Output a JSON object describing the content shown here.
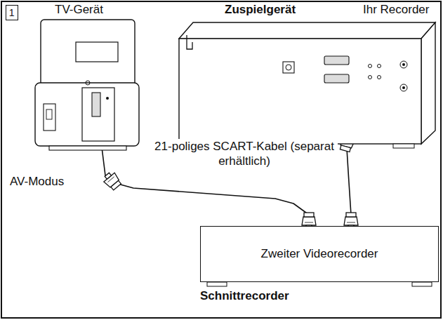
{
  "diagram": {
    "nodes": [
      {
        "text": [
          "1"
        ]
      },
      {
        "text": [
          "TV-Gerät"
        ]
      },
      {
        "text": [
          "Zuspielgerät",
          "Ihr Recorder"
        ]
      },
      {
        "text": [
          "Zweiter Videorecorder",
          "Schnittrecorder"
        ]
      }
    ],
    "edges": [
      {
        "from": 3,
        "to": 1,
        "arrow": "to"
      },
      {
        "from": 3,
        "to": 2,
        "arrow": "to"
      }
    ],
    "labels": [
      "21-poliges SCART-Kabel (separat erhältlich)",
      "AV-Modus"
    ]
  }
}
